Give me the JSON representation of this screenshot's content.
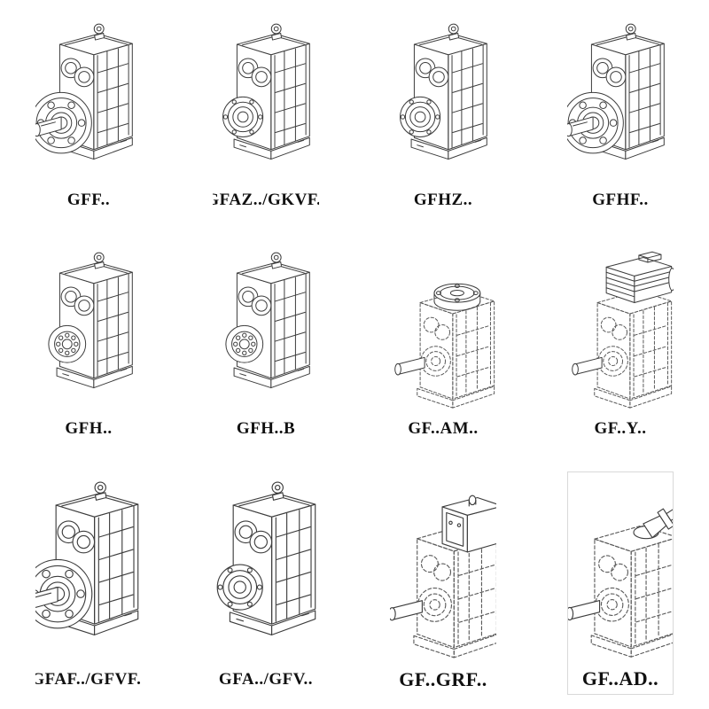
{
  "cells": [
    {
      "label": "GFF..",
      "drawing": "gearbox-flange-output",
      "symbol": "#v-flange"
    },
    {
      "label": "GFAZ../GKVF..",
      "drawing": "gearbox-hollow-shaft",
      "symbol": "#v-bore"
    },
    {
      "label": "GFHZ..",
      "drawing": "gearbox-hollow-shaft",
      "symbol": "#v-bore"
    },
    {
      "label": "GFHF..",
      "drawing": "gearbox-flange-output",
      "symbol": "#v-flange"
    },
    {
      "label": "GFH..",
      "drawing": "gearbox-shrink-disc",
      "symbol": "#v-plain"
    },
    {
      "label": "GFH..B",
      "drawing": "gearbox-shrink-disc-foot",
      "symbol": "#v-plain"
    },
    {
      "label": "GF..AM..",
      "drawing": "gearbox-iec-adapter-dashed",
      "symbol": "#v-am"
    },
    {
      "label": "GF..Y..",
      "drawing": "gearbox-with-motor-dashed",
      "symbol": "#v-motor"
    },
    {
      "label": "GFAF../GFVF..",
      "drawing": "gearbox-flange-output",
      "symbol": "#v-flange"
    },
    {
      "label": "GFA../GFV..",
      "drawing": "gearbox-hollow-shaft",
      "symbol": "#v-bore"
    },
    {
      "label": "GF..GRF..",
      "drawing": "gearbox-servo-adapter-dashed",
      "symbol": "#v-grf"
    },
    {
      "label": "GF..AD..",
      "drawing": "gearbox-input-shaft-dashed",
      "symbol": "#v-ad"
    }
  ]
}
